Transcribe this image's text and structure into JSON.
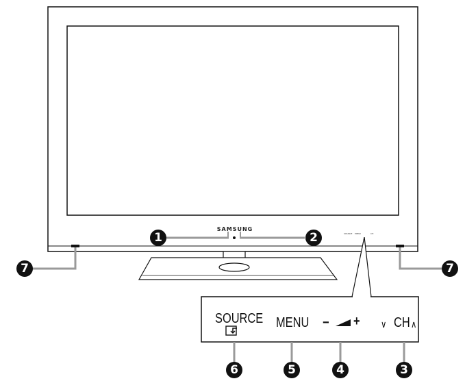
{
  "tv": {
    "brand": "SAMSUNG",
    "mini_controls": [
      "SOURCE",
      "MENU",
      "",
      "CH"
    ]
  },
  "control_panel": {
    "source_label": "SOURCE",
    "menu_label": "MENU",
    "volume_minus": "−",
    "volume_plus": "+",
    "channel_down": "∨",
    "channel_label": "CH",
    "channel_up": "∧"
  },
  "callouts": {
    "n1": "1",
    "n2": "2",
    "n3": "3",
    "n4": "4",
    "n5": "5",
    "n6": "6",
    "n7_left": "7",
    "n7_right": "7"
  },
  "colors": {
    "frame": "#111111",
    "stand_line": "#9a9a9a",
    "background": "#ffffff"
  }
}
